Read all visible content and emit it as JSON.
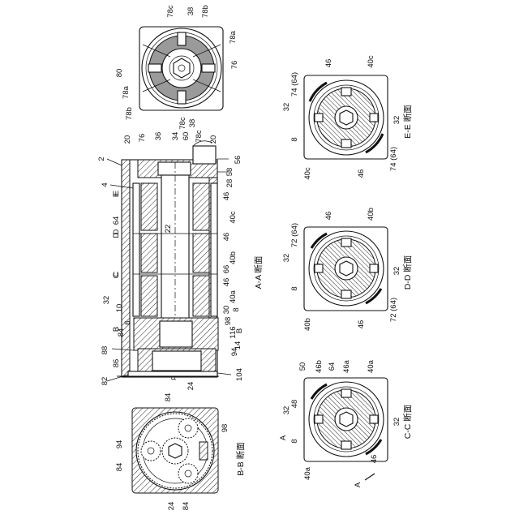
{
  "views": {
    "top_view": {
      "labels": [
        "78c",
        "38",
        "78b",
        "78a",
        "76",
        "80",
        "78a",
        "78b",
        "38",
        "78c"
      ]
    },
    "main": {
      "caption": "A-A 断面",
      "labels": [
        "2",
        "20",
        "76",
        "36",
        "34",
        "60",
        "20",
        "78c",
        "56",
        "58",
        "28",
        "4",
        "E",
        "46",
        "40c",
        "64",
        "22",
        "D",
        "46",
        "40b",
        "66",
        "46",
        "C",
        "32",
        "10",
        "6",
        "30",
        "8",
        "40a",
        "B",
        "84",
        "98",
        "116",
        "B",
        "14",
        "88",
        "86",
        "94",
        "82",
        "104",
        "24",
        "o",
        "E",
        "D",
        "C"
      ]
    },
    "bb": {
      "caption": "B-B 断面",
      "labels": [
        "84",
        "98",
        "94",
        "84",
        "24",
        "84"
      ]
    },
    "ee": {
      "caption": "E-E 断面",
      "labels": [
        "46",
        "40c",
        "74 (64)",
        "32",
        "32",
        "8",
        "40c",
        "46",
        "74 (64)"
      ]
    },
    "dd": {
      "caption": "D-D 断面",
      "labels": [
        "46",
        "40b",
        "72 (64)",
        "32",
        "32",
        "8",
        "40b",
        "46",
        "72 (64)"
      ]
    },
    "cc": {
      "caption": "C-C 断面",
      "labels": [
        "50",
        "46b",
        "64",
        "46a",
        "40a",
        "48",
        "32",
        "A",
        "8",
        "32",
        "40a",
        "46",
        "A"
      ]
    }
  }
}
